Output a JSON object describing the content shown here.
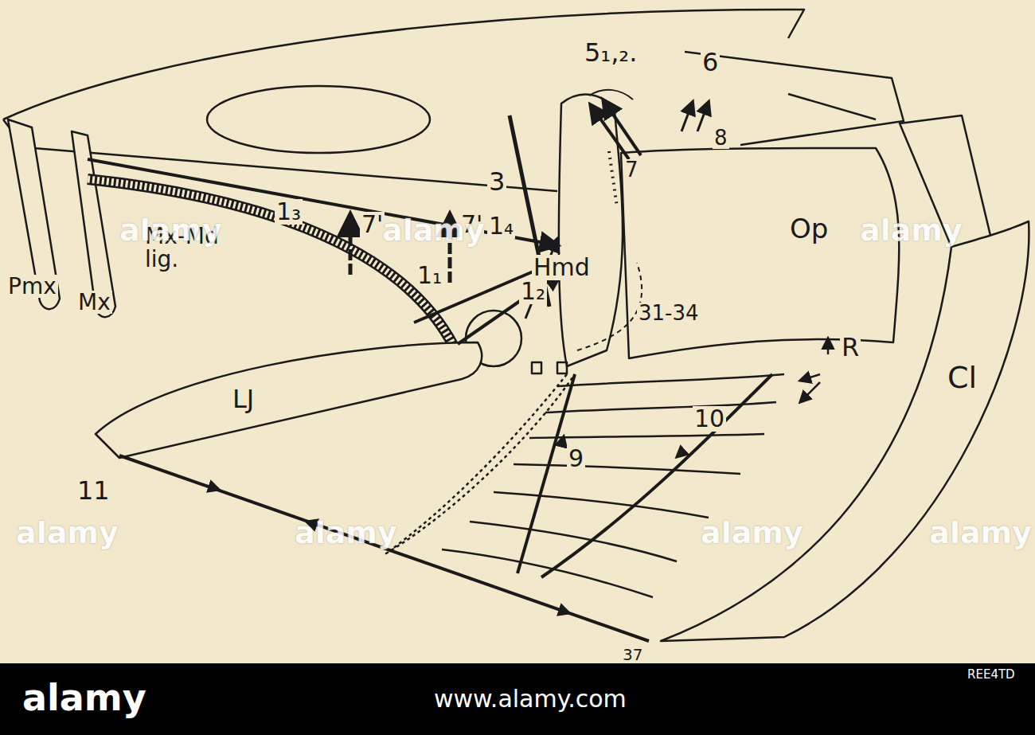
{
  "diagram": {
    "labels": [
      "5₁,₂.",
      "6",
      "3",
      "1₃",
      "7'",
      "7'",
      "1₄",
      "7",
      "8",
      "Op",
      "Hmd",
      "Mx-Md lig.",
      "Pmx",
      "Mx",
      "1₁",
      "1₂",
      "31-34",
      "LJ",
      "Cl",
      "R",
      "9",
      "10",
      "11",
      "37",
      "alamy",
      "alamy",
      "alamy",
      "alamy",
      "alamy",
      "alamy",
      "alamy",
      "alamy",
      "www.alamy.com",
      "REE4TD"
    ]
  }
}
